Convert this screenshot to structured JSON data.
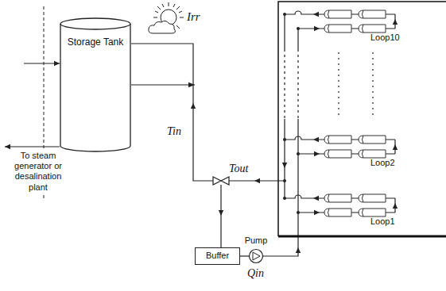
{
  "diagram": {
    "nodes": [
      {
        "text": [
          "Storage Tank"
        ]
      },
      {
        "text": [
          "Buffer"
        ]
      },
      {
        "text": [
          "Pump"
        ]
      }
    ],
    "edges": [
      {
        "from": 0,
        "to": 1,
        "arrow": "to"
      },
      {
        "from": 1,
        "to": 2,
        "arrow": "none"
      }
    ],
    "labels": [
      "To steam generator or desalination plant",
      "Tin",
      "Tout",
      "Qin",
      "Irr",
      "Loop10",
      "Loop2",
      "Loop1"
    ]
  }
}
